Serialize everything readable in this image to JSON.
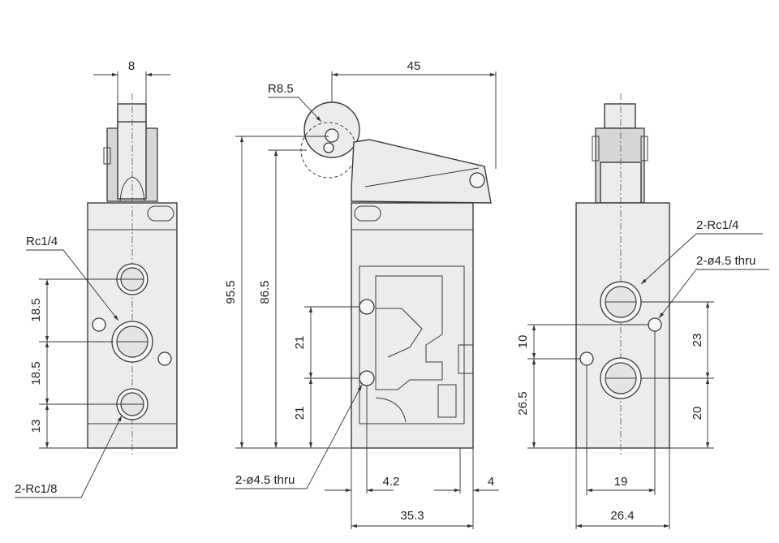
{
  "dimensions": {
    "left": {
      "width_8": "8",
      "v_18_5_top": "18.5",
      "v_18_5_bottom": "18.5",
      "v_13": "13",
      "label_rc14": "Rc1/4",
      "label_2rc18": "2-Rc1/8"
    },
    "middle": {
      "width_45": "45",
      "radius": "R8.5",
      "height_95_5": "95.5",
      "height_86_5": "86.5",
      "v_21_top": "21",
      "v_21_bottom": "21",
      "label_thru": "2-ø4.5 thru",
      "w_4_2": "4.2",
      "w_4": "4",
      "w_35_3": "35.3"
    },
    "right": {
      "label_2rc14": "2-Rc1/4",
      "label_thru": "2-ø4.5 thru",
      "v_10": "10",
      "v_26_5": "26.5",
      "v_23": "23",
      "v_20": "20",
      "w_19": "19",
      "w_26_4": "26.4"
    }
  },
  "colors": {
    "body_fill": "#ececec",
    "line": "#3a3a3a"
  }
}
